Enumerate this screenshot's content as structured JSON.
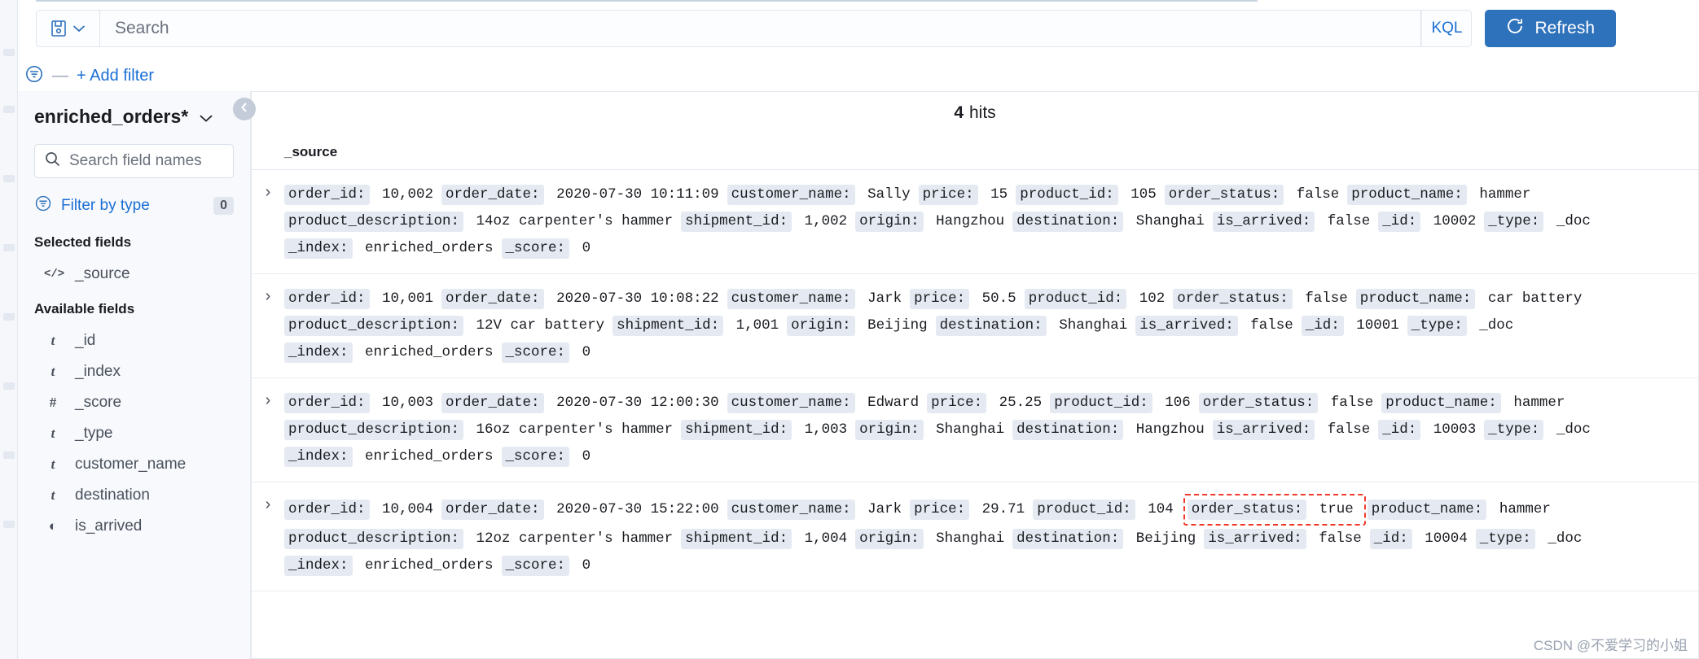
{
  "query_bar": {
    "saved_query_icon": "save-disk-icon",
    "dropdown_icon": "chevron-down-icon",
    "search_placeholder": "Search",
    "search_value": "",
    "language_label": "KQL",
    "refresh_label": "Refresh",
    "refresh_icon": "refresh-icon",
    "refresh_color": "#2f72bc"
  },
  "filter_bar": {
    "filter_icon": "filter-icon",
    "dash": "—",
    "add_filter_label": "+ Add filter"
  },
  "sidebar": {
    "index_pattern": "enriched_orders*",
    "index_pattern_icon": "chevron-down-icon",
    "field_search_placeholder": "Search field names",
    "field_search_value": "",
    "search_icon": "search-icon",
    "filter_by_type_label": "Filter by type",
    "filter_by_type_icon": "filter-icon",
    "filter_by_type_count": "0",
    "selected_fields_heading": "Selected fields",
    "selected_fields": [
      {
        "name": "_source",
        "type_icon": "</>",
        "type": "source"
      }
    ],
    "available_fields_heading": "Available fields",
    "available_fields": [
      {
        "name": "_id",
        "type_icon": "t",
        "type": "string"
      },
      {
        "name": "_index",
        "type_icon": "t",
        "type": "string"
      },
      {
        "name": "_score",
        "type_icon": "#",
        "type": "number"
      },
      {
        "name": "_type",
        "type_icon": "t",
        "type": "string"
      },
      {
        "name": "customer_name",
        "type_icon": "t",
        "type": "string"
      },
      {
        "name": "destination",
        "type_icon": "t",
        "type": "string"
      },
      {
        "name": "is_arrived",
        "type_icon": "◐",
        "type": "boolean"
      }
    ]
  },
  "main": {
    "collapse_icon": "chevron-left-icon",
    "hits_count": "4",
    "hits_label": "hits",
    "column_header": "_source",
    "expand_icon": "chevron-right-icon",
    "highlight_color": "#f0392b",
    "rows": [
      {
        "lines": [
          [
            {
              "key": "order_id:",
              "value": "10,002"
            },
            {
              "key": "order_date:",
              "value": "2020-07-30 10:11:09"
            },
            {
              "key": "customer_name:",
              "value": "Sally"
            },
            {
              "key": "price:",
              "value": "15"
            },
            {
              "key": "product_id:",
              "value": "105"
            },
            {
              "key": "order_status:",
              "value": "false"
            },
            {
              "key": "product_name:",
              "value": "hammer"
            }
          ],
          [
            {
              "key": "product_description:",
              "value": "14oz carpenter's hammer"
            },
            {
              "key": "shipment_id:",
              "value": "1,002"
            },
            {
              "key": "origin:",
              "value": "Hangzhou"
            },
            {
              "key": "destination:",
              "value": "Shanghai"
            },
            {
              "key": "is_arrived:",
              "value": "false"
            },
            {
              "key": "_id:",
              "value": "10002"
            },
            {
              "key": "_type:",
              "value": "_doc"
            }
          ],
          [
            {
              "key": "_index:",
              "value": "enriched_orders"
            },
            {
              "key": "_score:",
              "value": "0"
            }
          ]
        ]
      },
      {
        "lines": [
          [
            {
              "key": "order_id:",
              "value": "10,001"
            },
            {
              "key": "order_date:",
              "value": "2020-07-30 10:08:22"
            },
            {
              "key": "customer_name:",
              "value": "Jark"
            },
            {
              "key": "price:",
              "value": "50.5"
            },
            {
              "key": "product_id:",
              "value": "102"
            },
            {
              "key": "order_status:",
              "value": "false"
            },
            {
              "key": "product_name:",
              "value": "car battery"
            }
          ],
          [
            {
              "key": "product_description:",
              "value": "12V car battery"
            },
            {
              "key": "shipment_id:",
              "value": "1,001"
            },
            {
              "key": "origin:",
              "value": "Beijing"
            },
            {
              "key": "destination:",
              "value": "Shanghai"
            },
            {
              "key": "is_arrived:",
              "value": "false"
            },
            {
              "key": "_id:",
              "value": "10001"
            },
            {
              "key": "_type:",
              "value": "_doc"
            }
          ],
          [
            {
              "key": "_index:",
              "value": "enriched_orders"
            },
            {
              "key": "_score:",
              "value": "0"
            }
          ]
        ]
      },
      {
        "lines": [
          [
            {
              "key": "order_id:",
              "value": "10,003"
            },
            {
              "key": "order_date:",
              "value": "2020-07-30 12:00:30"
            },
            {
              "key": "customer_name:",
              "value": "Edward"
            },
            {
              "key": "price:",
              "value": "25.25"
            },
            {
              "key": "product_id:",
              "value": "106"
            },
            {
              "key": "order_status:",
              "value": "false"
            },
            {
              "key": "product_name:",
              "value": "hammer"
            }
          ],
          [
            {
              "key": "product_description:",
              "value": "16oz carpenter's hammer"
            },
            {
              "key": "shipment_id:",
              "value": "1,003"
            },
            {
              "key": "origin:",
              "value": "Shanghai"
            },
            {
              "key": "destination:",
              "value": "Hangzhou"
            },
            {
              "key": "is_arrived:",
              "value": "false"
            },
            {
              "key": "_id:",
              "value": "10003"
            },
            {
              "key": "_type:",
              "value": "_doc"
            }
          ],
          [
            {
              "key": "_index:",
              "value": "enriched_orders"
            },
            {
              "key": "_score:",
              "value": "0"
            }
          ]
        ]
      },
      {
        "lines": [
          [
            {
              "key": "order_id:",
              "value": "10,004"
            },
            {
              "key": "order_date:",
              "value": "2020-07-30 15:22:00"
            },
            {
              "key": "customer_name:",
              "value": "Jark"
            },
            {
              "key": "price:",
              "value": "29.71"
            },
            {
              "key": "product_id:",
              "value": "104"
            },
            {
              "key": "order_status:",
              "value": "true",
              "highlighted": true
            },
            {
              "key": "product_name:",
              "value": "hammer"
            }
          ],
          [
            {
              "key": "product_description:",
              "value": "12oz carpenter's hammer"
            },
            {
              "key": "shipment_id:",
              "value": "1,004"
            },
            {
              "key": "origin:",
              "value": "Shanghai"
            },
            {
              "key": "destination:",
              "value": "Beijing"
            },
            {
              "key": "is_arrived:",
              "value": "false"
            },
            {
              "key": "_id:",
              "value": "10004"
            },
            {
              "key": "_type:",
              "value": "_doc"
            }
          ],
          [
            {
              "key": "_index:",
              "value": "enriched_orders"
            },
            {
              "key": "_score:",
              "value": "0"
            }
          ]
        ]
      }
    ]
  },
  "watermark": "CSDN @不爱学习的小姐"
}
